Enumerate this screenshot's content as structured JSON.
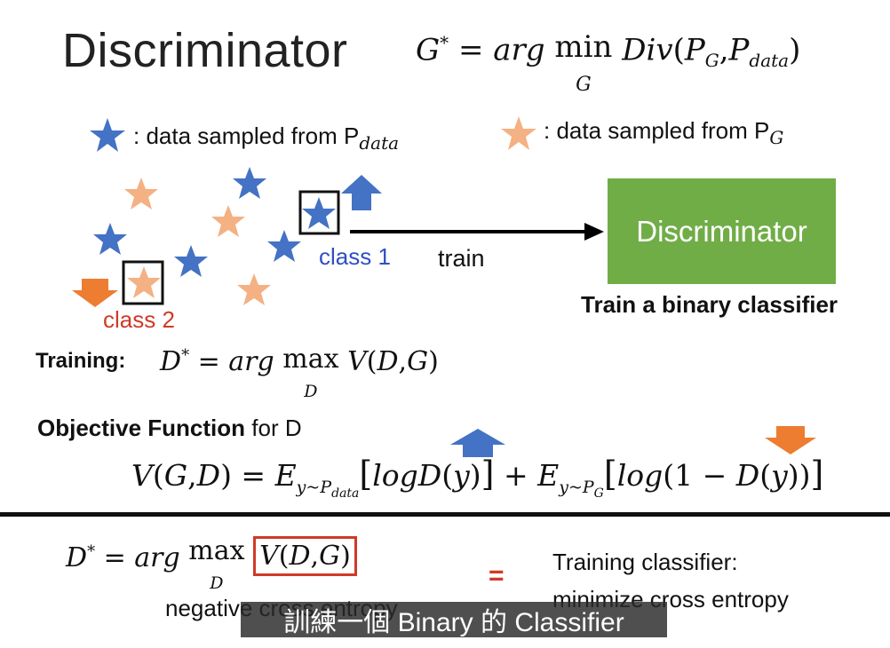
{
  "title": "Discriminator",
  "formula_top": "G* = arg min_G Div(P_G, P_data)",
  "legend": {
    "blue_label": ": data sampled from P",
    "blue_sub": "data",
    "orange_label": ": data sampled from P",
    "orange_sub": "G"
  },
  "class1_label": "class 1",
  "class2_label": "class 2",
  "train_label": "train",
  "discriminator_box_label": "Discriminator",
  "binary_classifier_label": "Train a binary classifier",
  "training_label": "Training:",
  "training_formula": "D* = arg max_D V(D,G)",
  "objective_label_bold": "Objective Function",
  "objective_label_rest": " for D",
  "objective_formula": "V(G,D) = E_{y~P_data}[logD(y)] + E_{y~P_G}[log(1 − D(y))]",
  "bottom_formula": "D* = arg max_D V(D,G)",
  "equals": "=",
  "classifier_text_1": "Training classifier:",
  "classifier_text_2": "minimize cross entropy",
  "neg_entropy_text": "negative cross entropy",
  "subtitle": "訓練一個 Binary 的 Classifier",
  "colors": {
    "blue_star": "#4472c4",
    "orange_star": "#f4b183",
    "green_box": "#70ad47",
    "blue_arrow": "#4472c4",
    "orange_arrow": "#ed7d31",
    "red_text": "#d03a27",
    "blue_text": "#2f4fc4"
  },
  "icons": [
    "blue-star-icon",
    "orange-star-icon",
    "up-arrow-icon",
    "down-arrow-icon",
    "right-arrow-icon"
  ]
}
